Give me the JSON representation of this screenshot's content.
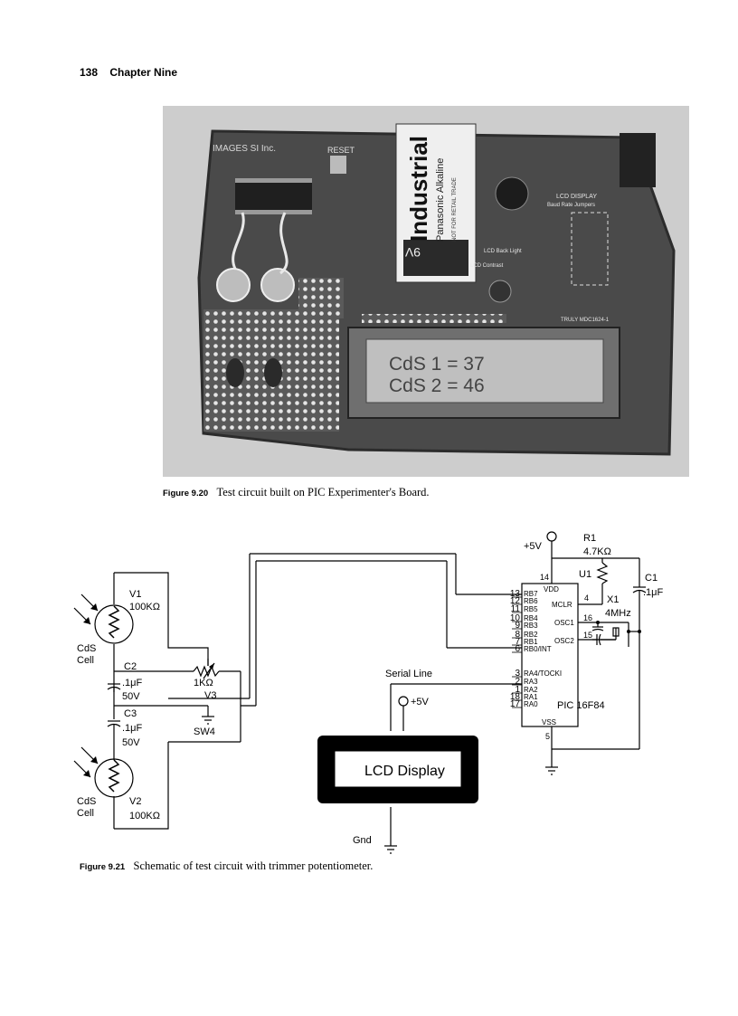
{
  "header": {
    "page_number": "138",
    "chapter": "Chapter Nine"
  },
  "figure_20": {
    "label": "Figure 9.20",
    "caption": "Test circuit built on PIC Experimenter's Board.",
    "photo": {
      "board_brand": "IMAGES SI Inc.",
      "reset_label": "RESET",
      "battery_brand": "Industrial",
      "battery_sub": "Panasonic Alkaline",
      "battery_note": "NOT FOR RETAIL TRADE",
      "battery_voltage": "9V",
      "lcd_line1": "CdS 1 = 37",
      "lcd_line2": "CdS 2 = 46",
      "lcd_panel_title": "LCD DISPLAY",
      "lcd_panel_sub": "Baud Rate  Jumpers",
      "lcd_contrast": "LCD Contrast",
      "lcd_backlight": "LCD Back Light",
      "module_label": "TRULY MDC1624-1"
    }
  },
  "figure_21": {
    "label": "Figure 9.21",
    "caption": "Schematic of test circuit with trimmer potentiometer.",
    "labels": {
      "plus5v_top": "+5V",
      "r1": "R1",
      "r1_value": "4.7KΩ",
      "u1": "U1",
      "c1": "C1",
      "c1_value": ".1μF",
      "x1": "X1",
      "x1_value": "4MHz",
      "v1": "V1",
      "v1_value": "100KΩ",
      "cds1_line1": "CdS",
      "cds1_line2": "Cell",
      "c2": "C2",
      "c2_value": ".1μF",
      "c2_voltage": "50V",
      "pot_value": "1KΩ",
      "v3": "V3",
      "c3": "C3",
      "c3_value": ".1μF",
      "c3_voltage": "50V",
      "sw4": "SW4",
      "cds2_line1": "CdS",
      "cds2_line2": "Cell",
      "v2": "V2",
      "v2_value": "100KΩ",
      "serial_line": "Serial Line",
      "plus5v_lcd": "+5V",
      "lcd_display": "LCD Display",
      "gnd": "Gnd",
      "vdd": "VDD",
      "vss": "VSS",
      "mclr": "MCLR",
      "osc1": "OSC1",
      "osc2": "OSC2",
      "chip": "PIC 16F84",
      "pins": [
        "RB7",
        "RB6",
        "RB5",
        "RB4",
        "RB3",
        "RB2",
        "RB1",
        "RB0/INT",
        "RA4/TOCKI",
        "RA3",
        "RA2",
        "RA1",
        "RA0"
      ],
      "pin_numbers": [
        "13",
        "12",
        "11",
        "10",
        "9",
        "8",
        "7",
        "6",
        "3",
        "2",
        "1",
        "18",
        "17"
      ],
      "pin_vdd": "14",
      "pin_vss": "5",
      "pin_mclr": "4",
      "pin_osc1": "16",
      "pin_osc2": "15"
    }
  }
}
